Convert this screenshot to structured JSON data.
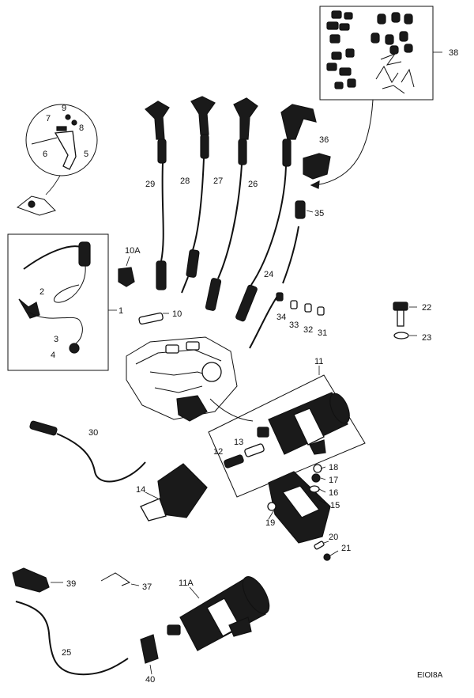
{
  "diagram": {
    "reference": "EIOI8A",
    "labels": {
      "p1": "1",
      "p2": "2",
      "p3": "3",
      "p4": "4",
      "p5": "5",
      "p6": "6",
      "p7": "7",
      "p8": "8",
      "p9": "9",
      "p10": "10",
      "p10a": "10A",
      "p11": "11",
      "p11a": "11A",
      "p12": "12",
      "p13": "13",
      "p14": "14",
      "p15": "15",
      "p16": "16",
      "p17": "17",
      "p18": "18",
      "p19": "19",
      "p20": "20",
      "p21": "21",
      "p22": "22",
      "p23": "23",
      "p24": "24",
      "p25": "25",
      "p26": "26",
      "p27": "27",
      "p28": "28",
      "p29": "29",
      "p30": "30",
      "p31": "31",
      "p32": "32",
      "p33": "33",
      "p34": "34",
      "p35": "35",
      "p36": "36",
      "p37": "37",
      "p38": "38",
      "p39": "39",
      "p40": "40"
    }
  }
}
